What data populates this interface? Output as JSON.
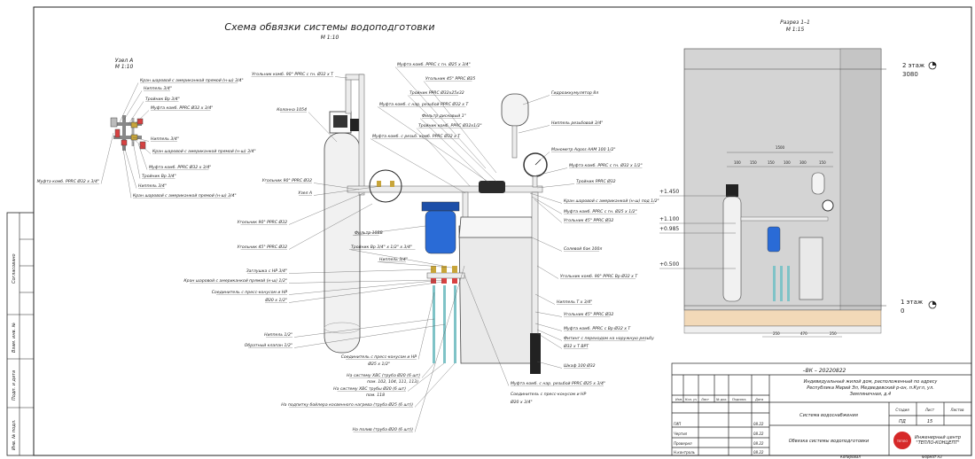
{
  "main_title": "Схема обвязки системы водоподготовки",
  "main_scale": "М 1:10",
  "node_title": "Узел А",
  "node_scale": "М 1:10",
  "section_title": "Разрез 1–1",
  "section_scale": "М 1:15",
  "node_labels": [
    "Кран шаровой с американкой прямой (н-ш) 3/4\"",
    "Ниппель 3/4\"",
    "Тройник Вр 3/4\"",
    "Муфта комб. PPRC Ø32 х 3/4\"",
    "Ниппель 3/4\"",
    "Кран шаровой с американкой прямой (н-ш) 3/4\"",
    "Муфта комб. PPRC Ø32 х 3/4\"",
    "Тройник Вр 3/4\"",
    "Ниппель 3/4\"",
    "Кран шаровой с американкой прямой (н-ш) 3/4\"",
    "Муфта комб. PPRC Ø32 х 3/4\""
  ],
  "left_labels": [
    "Угольник комб. 90° PPRC с гн. Ø32 х Т",
    "Колонна 1054",
    "Угольник 90° PPRC Ø32",
    "Узел А",
    "Угольник 90° PPRC Ø32",
    "Угольник 45° PPRC Ø32",
    "Заглушка с НР 3/4\"",
    "Кран шаровой с американкой прямой (н-ш) 1/2\"",
    "Соединитель с пресс-конусом и НР",
    "Ø20 х 1/2\"",
    "Ниппель 1/2\"",
    "Обратный клапан 1/2\""
  ],
  "top_labels": [
    "Муфта комб. PPRC с гн. Ø25 х 3/4\"",
    "Угольник 45° PPRC Ø25",
    "Тройник PPRC Ø32х25х32",
    "Муфта комб. с нар. резьбой PPRC Ø32 х Т",
    "Фильтр дисковый 1\"",
    "Тройник комб. PPRC Ø32х1/2\"",
    "Муфта комб. с резьб. комб. PPRC Ø32 х Т"
  ],
  "center_labels": [
    "Фильтр 10ВВ",
    "Тройник Вр 3/4\" х 1/2\" х 3/4\"",
    "Ниппель 3/4\""
  ],
  "right_labels": [
    "Гидроаккумулятор 8л",
    "Ниппель резьбовой 3/4\"",
    "Манометр Aqoss AAM 100 1/2\"",
    "Муфта комб. PPRC с гн. Ø32 х 1/2\"",
    "Тройник PPRC Ø32",
    "Кран шаровой с американкой (н-ш) под 1/2\"",
    "Муфта комб. PPRC с гн. Ø25 х 1/2\"",
    "Угольник 45° PPRC Ø32",
    "Солевой бак 100л",
    "Угольник комб. 90° PPRC Вр Ø32 х Т",
    "Ниппель Т х 3/4\"",
    "Угольник 45° PPRC Ø32",
    "Муфта комб. PPRC с Вр Ø32 х Т",
    "Фитинг с переходом на наружную резьбу",
    "Ø32 х Т ВРТ",
    "Шкаф 100 Ø32"
  ],
  "bottom_labels": [
    "Соединитель с пресс-конусом и НР",
    "Ø25 х 1/2\"",
    "На систему ХВС (труба Ø20 (6 шт)",
    "пом. 102, 104, 111, 113)",
    "На систему ХВС трубы Ø20 (6 шт)",
    "пом. 118",
    "На подпитку бойлера косвенного нагрева (труба Ø25 (6 шт))",
    "На полив (труба Ø20 (6 шт))",
    "Муфта комб. с нар. резьбой PPRC Ø25 х 3/4\"",
    "Соединитель с пресс-конусом и НР",
    "Ø20 х 3/4\""
  ],
  "section": {
    "floor2_label": "2 этаж",
    "floor2_value": "3080",
    "floor1_label": "1 этаж",
    "floor1_value": "0",
    "levels": [
      "+1.450",
      "+1.100",
      "+0.985",
      "+0.500"
    ],
    "dims_top": "1500",
    "dims_row": [
      "100",
      "150",
      "150",
      "100",
      "300",
      "150"
    ],
    "dims_bottom": [
      "250",
      "470",
      "250"
    ]
  },
  "side_strip": [
    "Согласовано",
    "Взам. инв. №",
    "Подп. и дата",
    "Инв. № подл."
  ],
  "stamp": {
    "code": "–ВК – 20220822",
    "project": "Индивидуальный жилой дом, расположенный по адресу Республика Марий Эл, Медведевский р-он, п.Кугл, ул. Земляничная, д.4",
    "section": "Система водоснабжения",
    "sheet_title": "Обвязка системы водоподготовки",
    "col_heads": [
      "Изм.",
      "Кол. уч",
      "Лист",
      "№ док.",
      "Подпись",
      "Дата"
    ],
    "roles": [
      "ГИП",
      "Чертил",
      "Проверил",
      "Н.контроль"
    ],
    "dates": [
      "08.22",
      "08.22",
      "08.22",
      "08.22"
    ],
    "stage_head": "Стадия",
    "sheet_head": "Лист",
    "sheets_head": "Листов",
    "stage": "ПД",
    "sheet": "15",
    "sheets": "",
    "org": "Инженерный центр \"ТЕПЛО-КОНЦЕПТ\"",
    "org_logo": "ТЕПЛО",
    "copied": "Копировал",
    "format": "Формат А3"
  },
  "colors": {
    "line": "#333333",
    "tank": "#efefef",
    "filter_blue": "#2a6bd6",
    "wall_gray": "#d4d4d4",
    "floor": "#f2d9b8",
    "logo_red": "#d62828"
  }
}
